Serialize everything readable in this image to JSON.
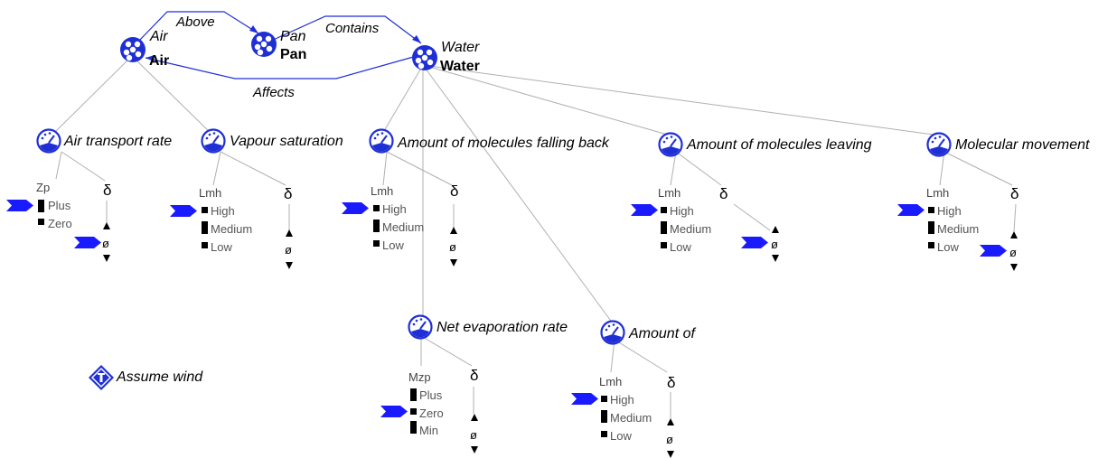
{
  "entities": [
    {
      "id": "air",
      "name": "Air",
      "bold": "Air"
    },
    {
      "id": "pan",
      "name": "Pan",
      "bold": "Pan"
    },
    {
      "id": "water",
      "name": "Water",
      "bold": "Water"
    }
  ],
  "relations": [
    {
      "id": "above",
      "label": "Above"
    },
    {
      "id": "contains",
      "label": "Contains"
    },
    {
      "id": "affects",
      "label": "Affects"
    }
  ],
  "quantities": [
    {
      "id": "air-transport-rate",
      "name": "Air transport rate",
      "space": "Zp",
      "values": [
        "Plus",
        "Zero"
      ],
      "current": "Plus",
      "delta": "δ",
      "derivative": "ø"
    },
    {
      "id": "vapour-saturation",
      "name": "Vapour saturation",
      "space": "Lmh",
      "values": [
        "High",
        "Medium",
        "Low"
      ],
      "current": "High",
      "delta": "δ",
      "derivative": "ø"
    },
    {
      "id": "amount-falling-back",
      "name": "Amount of molecules falling back",
      "space": "Lmh",
      "values": [
        "High",
        "Medium",
        "Low"
      ],
      "current": "High",
      "delta": "δ",
      "derivative": "ø"
    },
    {
      "id": "amount-leaving",
      "name": "Amount of molecules leaving",
      "space": "Lmh",
      "values": [
        "High",
        "Medium",
        "Low"
      ],
      "current": "High",
      "delta": "δ",
      "derivative": "ø"
    },
    {
      "id": "molecular-movement",
      "name": "Molecular movement",
      "space": "Lmh",
      "values": [
        "High",
        "Medium",
        "Low"
      ],
      "current": "High",
      "delta": "δ",
      "derivative": "ø"
    },
    {
      "id": "net-evaporation-rate",
      "name": "Net evaporation rate",
      "space": "Mzp",
      "values": [
        "Plus",
        "Zero",
        "Min"
      ],
      "current": "Zero",
      "delta": "δ",
      "derivative": "ø"
    },
    {
      "id": "amount-of",
      "name": "Amount of",
      "space": "Lmh",
      "values": [
        "High",
        "Medium",
        "Low"
      ],
      "current": "High",
      "delta": "δ",
      "derivative": "ø"
    }
  ],
  "assumption": {
    "label": "Assume wind"
  },
  "colors": {
    "relation": "#1f2fd6",
    "tree": "#b0b0b0",
    "icon": "#1f2fd6",
    "pointer": "#1a1aff"
  },
  "icons": {
    "entity": "entity-icon",
    "quantity": "quantity-gauge-icon",
    "assumption": "assumption-icon",
    "current-value": "current-value-arrow-icon"
  }
}
